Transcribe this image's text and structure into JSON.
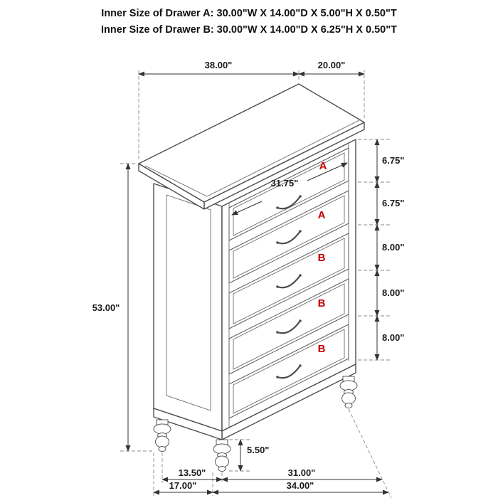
{
  "header": {
    "line_a": "Inner Size of Drawer A: 30.00\"W X 14.00\"D X 5.00\"H X 0.50\"T",
    "line_b": "Inner Size of Drawer B: 30.00\"W X 14.00\"D X 6.25\"H X 0.50\"T"
  },
  "diagram": {
    "type": "furniture-dimension-drawing",
    "subject": "5-drawer chest",
    "drawers": [
      {
        "label": "A",
        "height": "6.75\""
      },
      {
        "label": "A",
        "height": "6.75\""
      },
      {
        "label": "B",
        "height": "8.00\""
      },
      {
        "label": "B",
        "height": "8.00\""
      },
      {
        "label": "B",
        "height": "8.00\""
      }
    ],
    "dims": {
      "top_width": "38.00\"",
      "top_depth": "20.00\"",
      "overall_height": "53.00\"",
      "drawer_inner_width": "31.75\"",
      "leg_height": "5.50\"",
      "side_leg_spacing": "13.50\"",
      "side_outer_depth": "17.00\"",
      "front_leg_spacing": "31.00\"",
      "front_outer_width": "34.00\""
    },
    "colors": {
      "annotation_red": "#c40000",
      "line_color": "#4d4d4d"
    }
  }
}
